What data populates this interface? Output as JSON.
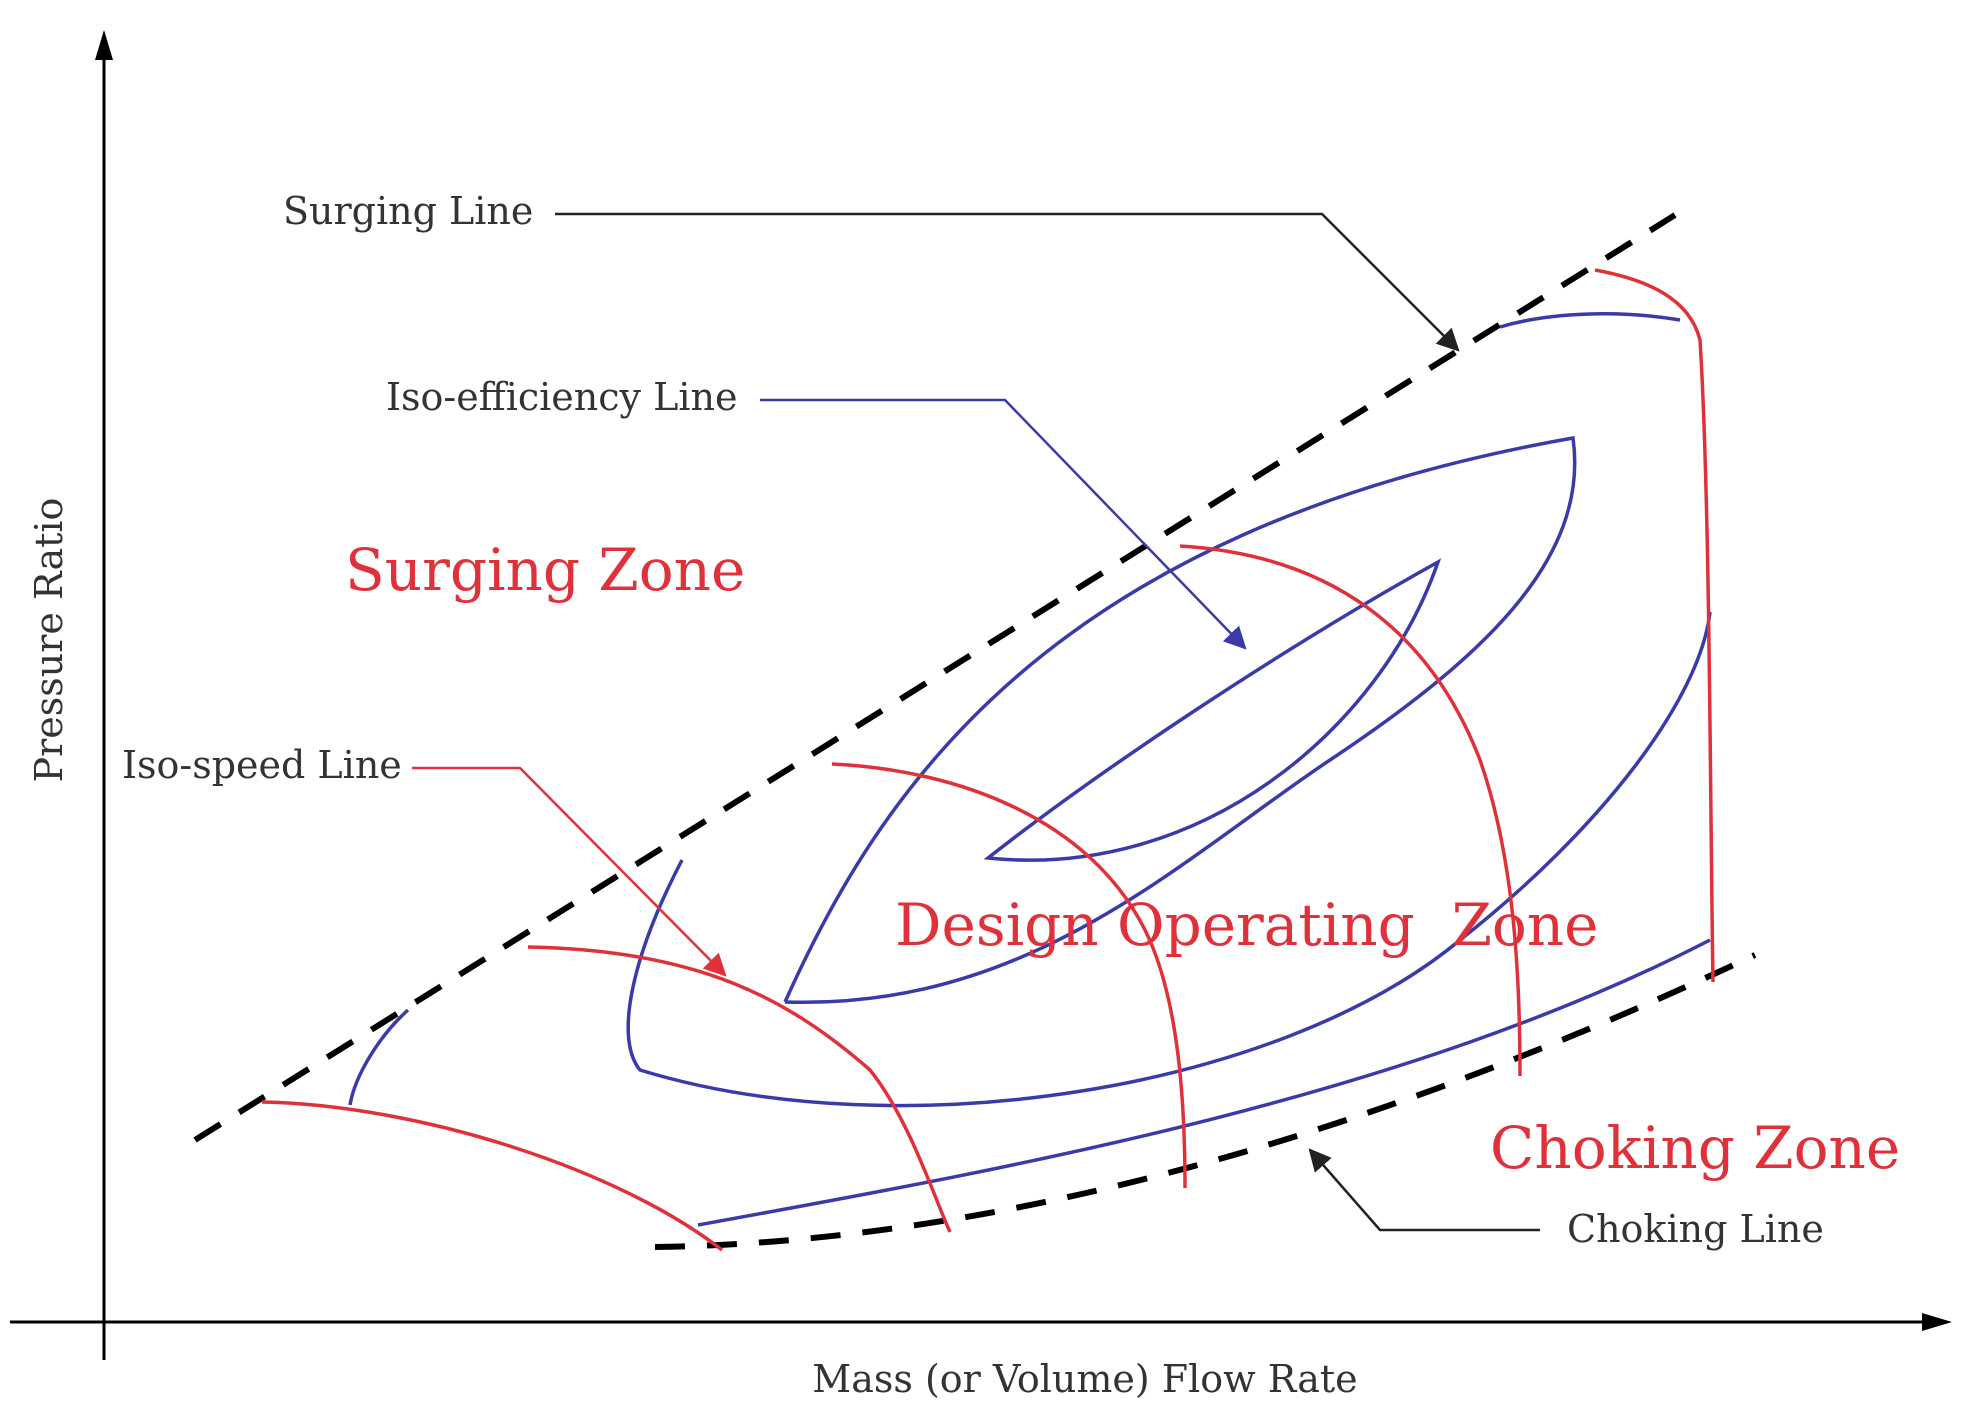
{
  "callouts": {
    "surging_line": "Surging Line",
    "iso_efficiency_line": "Iso-efficiency Line",
    "iso_speed_line": "Iso-speed Line",
    "choking_line": "Choking Line"
  },
  "zones": {
    "surging": "Surging Zone",
    "design": "Design Operating  Zone",
    "choking": "Choking Zone"
  },
  "axes": {
    "x_label": "Mass (or Volume) Flow Rate",
    "y_label": "Pressure Ratio"
  },
  "colors": {
    "axis": "#000000",
    "boundary_lines": "#000000",
    "iso_efficiency": "#3a3aa8",
    "iso_speed": "#e0303a",
    "zone_text": "#e0303a",
    "callout_text": "#333333"
  }
}
